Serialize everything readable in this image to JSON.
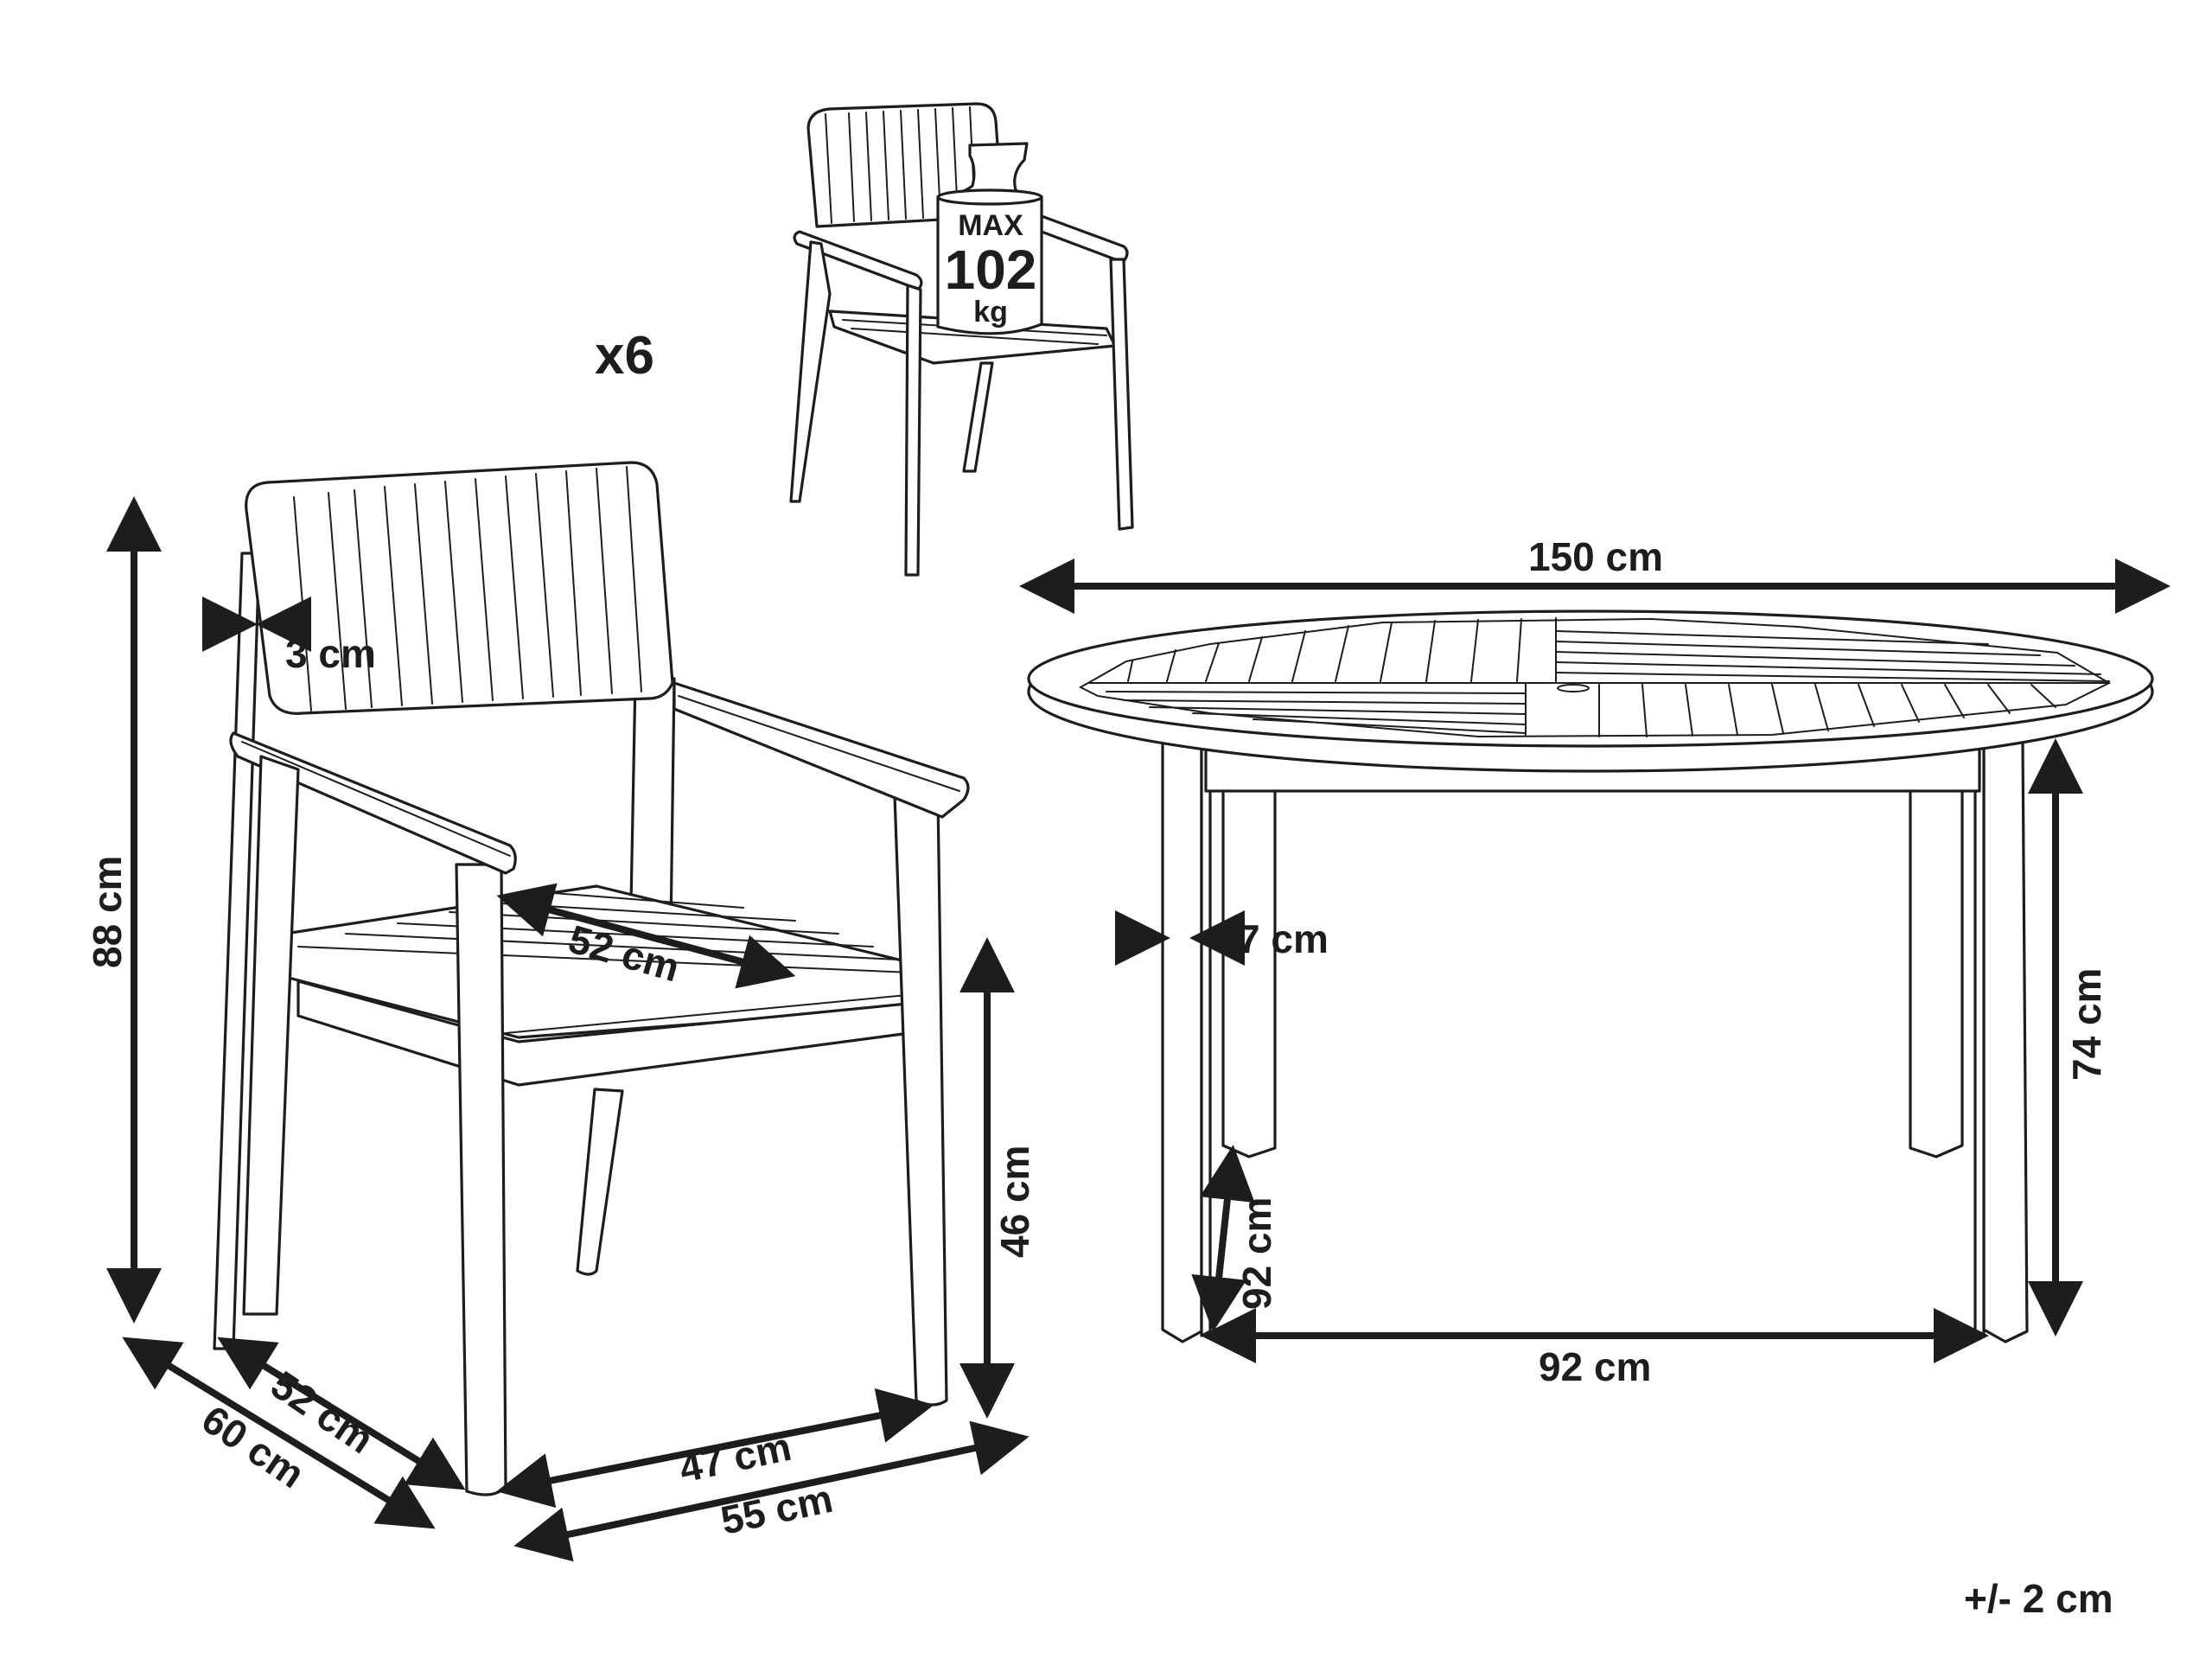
{
  "figure": {
    "type": "product-dimension-drawing",
    "product": "garden dining set: round table and armchairs"
  },
  "chair_set": {
    "quantity_label": "x6",
    "max_load": {
      "line1": "MAX",
      "line2": "102",
      "line3": "kg"
    }
  },
  "chair_dimensions": {
    "backrest_thickness": "3 cm",
    "total_height": "88 cm",
    "seat_depth": "52 cm",
    "seat_height": "46 cm",
    "inner_depth": "52 cm",
    "total_depth": "60 cm",
    "inner_width": "47 cm",
    "total_width": "55 cm"
  },
  "table_dimensions": {
    "diameter": "150 cm",
    "leg_width": "7 cm",
    "height": "74 cm",
    "leg_span_depth": "92 cm",
    "leg_span_width": "92 cm"
  },
  "tolerance": "+/- 2 cm",
  "colors": {
    "ink": "#1d1d1b",
    "background": "#ffffff"
  }
}
